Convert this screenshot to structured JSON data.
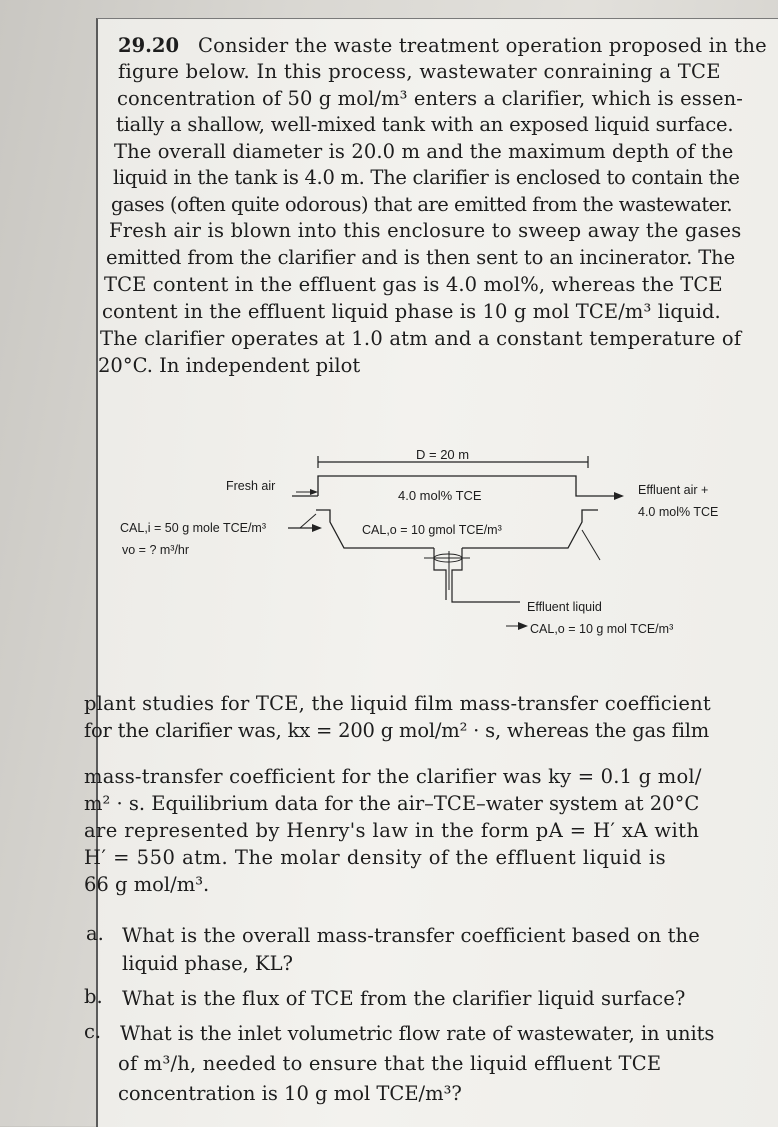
{
  "problem": {
    "number": "29.20",
    "intro_lines": [
      "Consider the waste treatment operation proposed in the",
      "figure below. In this process, wastewater conraining a TCE",
      "concentration of 50 g mol/m³ enters a clarifier, which is essen-",
      "tially a shallow, well-mixed tank with an exposed liquid surface.",
      "The overall diameter is 20.0 m and the maximum depth of the",
      "liquid in the tank is 4.0 m. The clarifier is enclosed to contain the",
      "gases (often quite odorous) that are emitted from the wastewater.",
      "Fresh air is blown into this enclosure to sweep away the gases",
      "emitted from the clarifier and is then sent to an incinerator. The",
      "TCE content in the effluent gas is 4.0 mol%, whereas the TCE",
      "content in the effluent liquid phase is 10 g mol TCE/m³ liquid.",
      "The clarifier operates at 1.0 atm and a constant temperature of",
      "20°C. In independent pilot"
    ],
    "continuation_lines": [
      "plant studies for TCE, the liquid film mass-transfer coefficient",
      "for the clarifier was, kx = 200 g mol/m² · s, whereas the gas film",
      "mass-transfer coefficient for the clarifier was ky = 0.1 g mol/",
      "m² · s. Equilibrium data for the air–TCE–water system at 20°C",
      "are represented by Henry's law in the form pA = H′ xA with",
      "H′ = 550 atm. The molar density of the effluent liquid is",
      "66 g mol/m³."
    ],
    "questions": [
      {
        "letter": "a.",
        "lines": [
          "What is the overall mass-transfer coefficient based on the",
          "liquid phase, KL?"
        ]
      },
      {
        "letter": "b.",
        "lines": [
          "What is the flux of TCE from the clarifier liquid surface?"
        ]
      },
      {
        "letter": "c.",
        "lines": [
          "What is the inlet volumetric flow rate of wastewater, in units",
          "of m³/h, needed to ensure that the liquid effluent TCE",
          "concentration is 10 g mol TCE/m³?"
        ]
      }
    ]
  },
  "figure": {
    "diameter_label": "D = 20 m",
    "fresh_air_label": "Fresh air",
    "gas_content_label": "4.0 mol% TCE",
    "tank_liquid_label": "CAL,o = 10 gmol TCE/m³",
    "inlet_conc_label": "CAL,i = 50 g mole TCE/m³",
    "inlet_flow_label": "vo = ? m³/hr",
    "effluent_air_label_1": "Effluent air +",
    "effluent_air_label_2": "4.0 mol% TCE",
    "effluent_liquid_label": "Effluent liquid",
    "effluent_liquid_conc_label": "CAL,o = 10 g mol TCE/m³"
  }
}
